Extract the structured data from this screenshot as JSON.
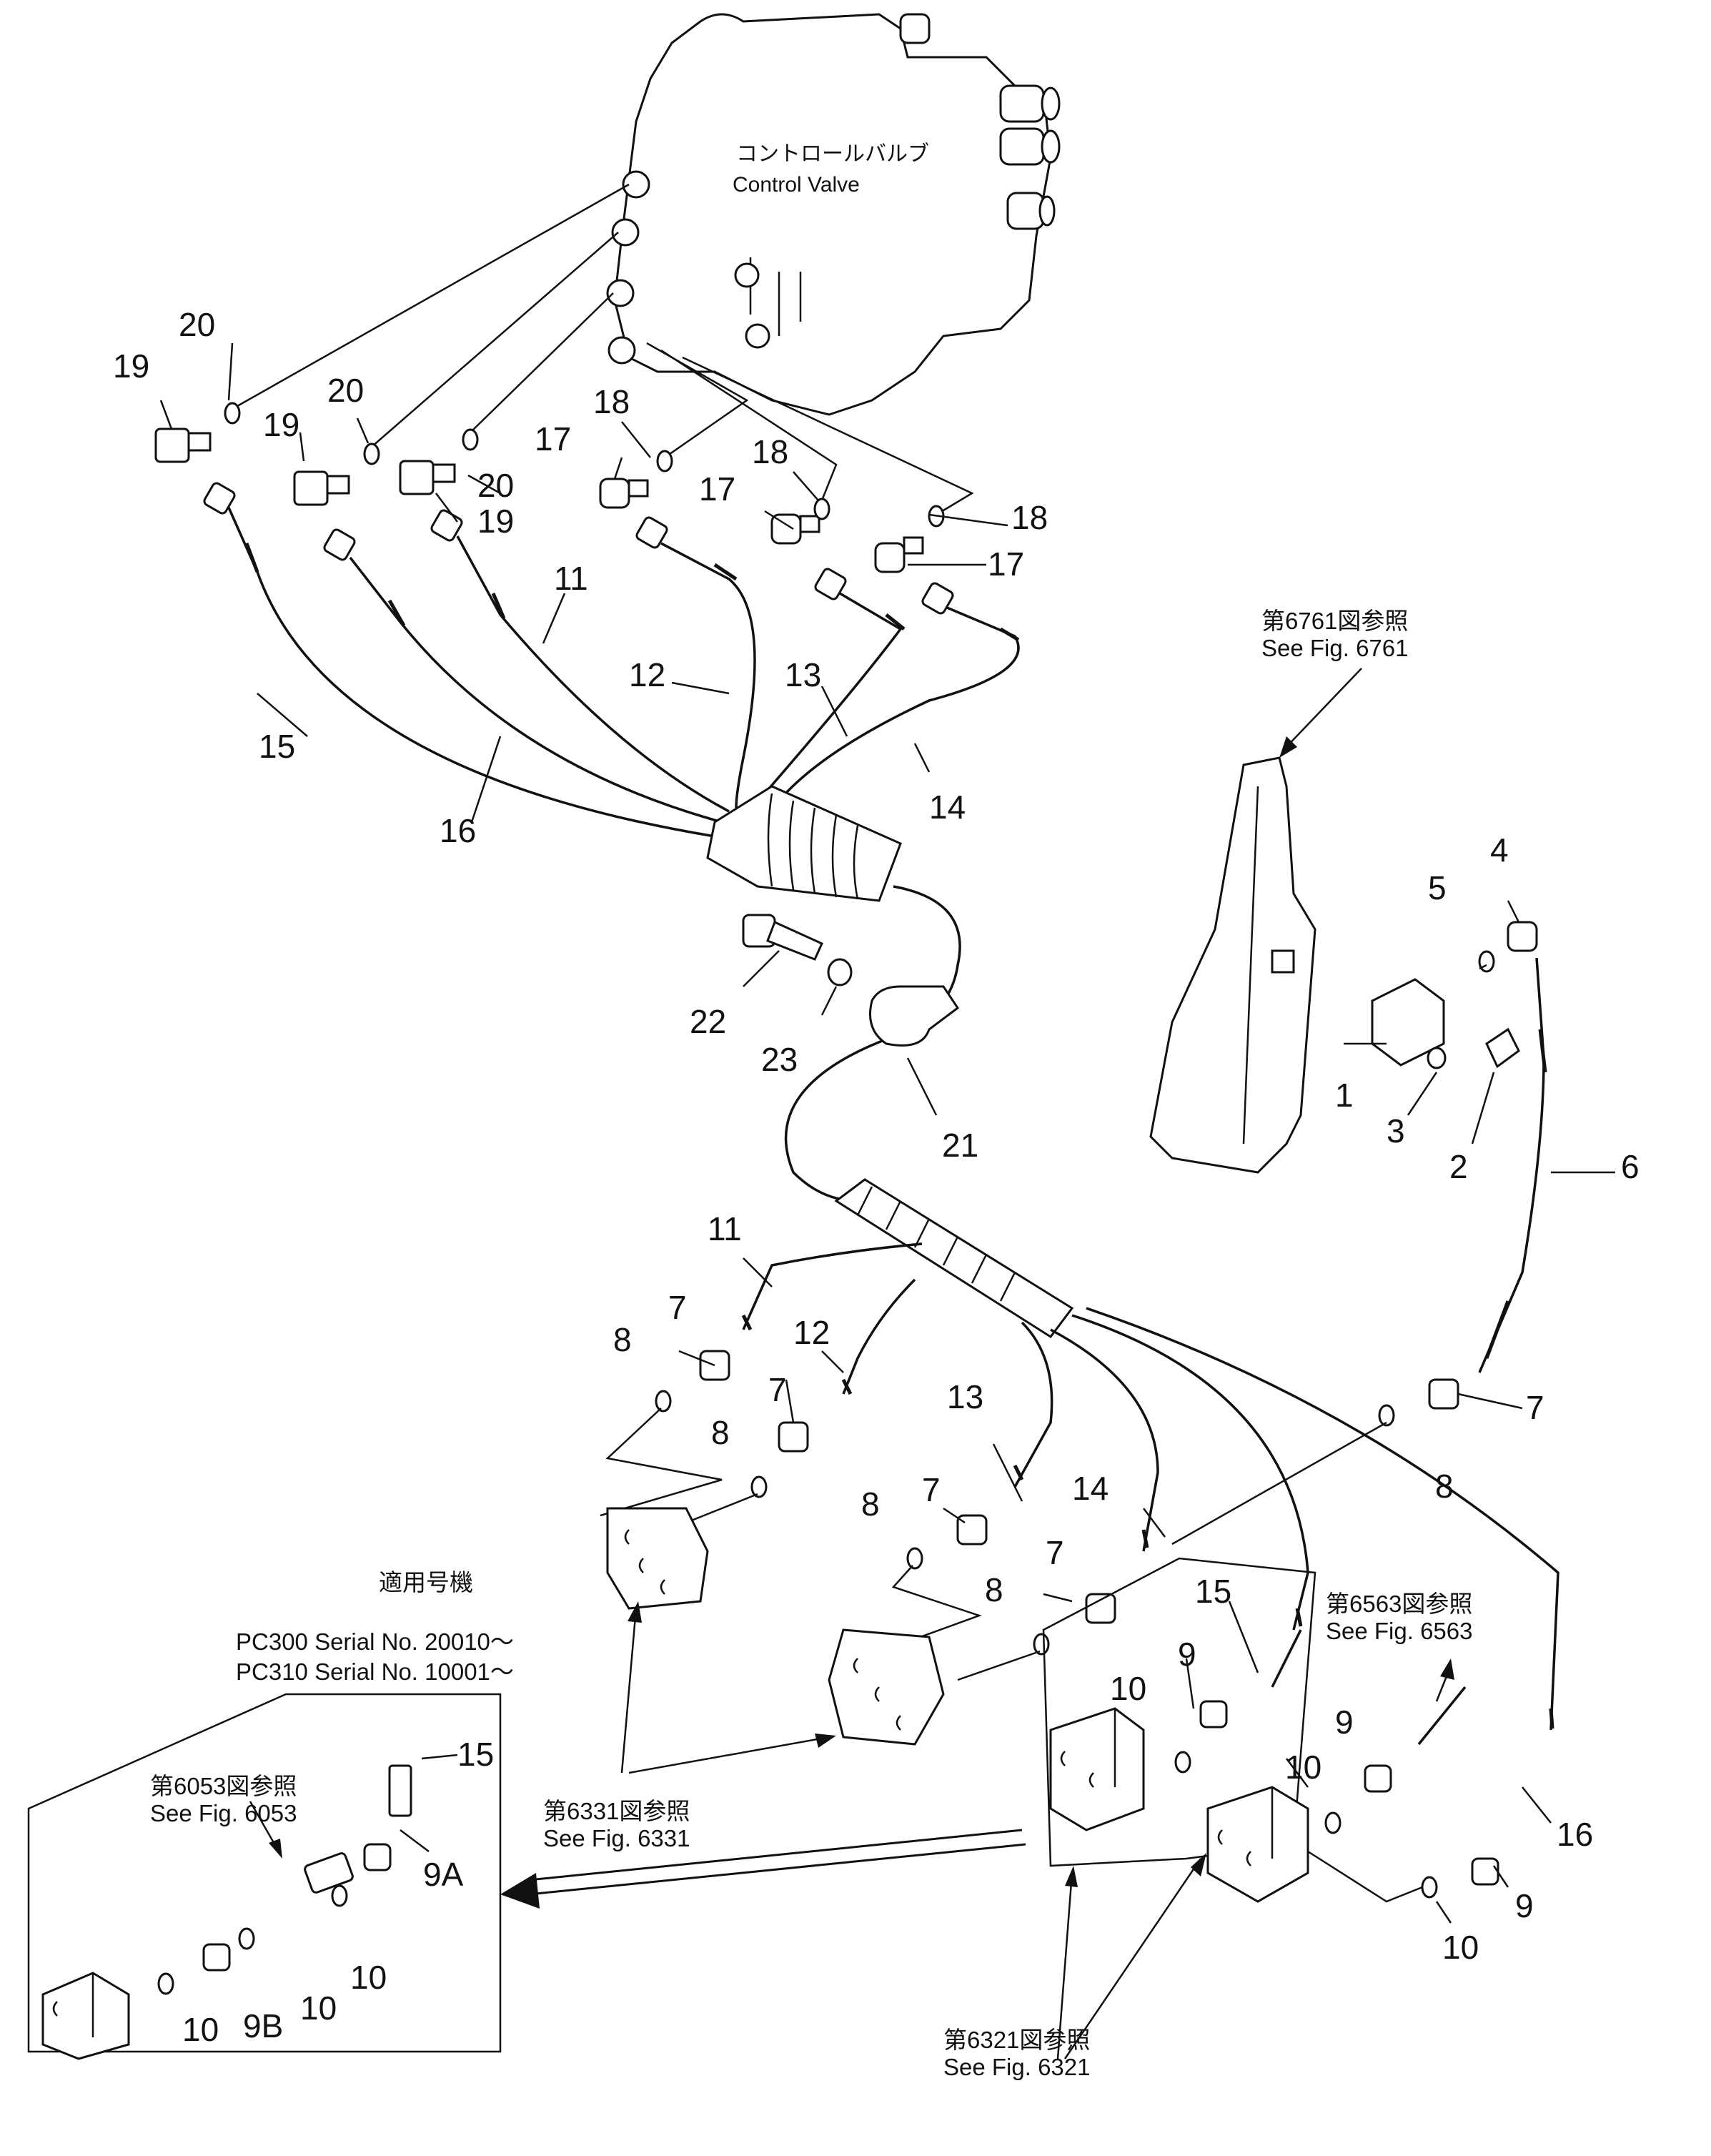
{
  "control_valve": {
    "label_jp": "コントロールバルブ",
    "label_en": "Control Valve"
  },
  "references": {
    "fig6761_jp": "第6761図参照",
    "fig6761_en": "See Fig. 6761",
    "fig6563_jp": "第6563図参照",
    "fig6563_en": "See Fig. 6563",
    "fig6331_jp": "第6331図参照",
    "fig6331_en": "See Fig. 6331",
    "fig6321_jp": "第6321図参照",
    "fig6321_en": "See Fig. 6321",
    "fig6053_jp": "第6053図参照",
    "fig6053_en": "See Fig. 6053"
  },
  "applicability": {
    "title": "適用号機",
    "pc300": "PC300  Serial No. 20010～",
    "pc310": "PC310  Serial No. 10001～"
  },
  "callouts": {
    "c20a": "20",
    "c20b": "20",
    "c20c": "20",
    "c19a": "19",
    "c19b": "19",
    "c19c": "19",
    "c18a": "18",
    "c18b": "18",
    "c18c": "18",
    "c17a": "17",
    "c17b": "17",
    "c17c": "17",
    "c11a": "11",
    "c12a": "12",
    "c13a": "13",
    "c14a": "14",
    "c15a": "15",
    "c16a": "16",
    "c22": "22",
    "c23": "23",
    "c21": "21",
    "c1": "1",
    "c2": "2",
    "c3": "3",
    "c4": "4",
    "c5": "5",
    "c6": "6",
    "c11b": "11",
    "c12b": "12",
    "c13b": "13",
    "c14b": "14",
    "c7a": "7",
    "c7b": "7",
    "c7c": "7",
    "c7d": "7",
    "c7e": "7",
    "c8a": "8",
    "c8b": "8",
    "c8c": "8",
    "c8d": "8",
    "c8e": "8",
    "c15b": "15",
    "c9a": "9",
    "c10a": "10",
    "c9b": "9",
    "c10b": "10",
    "c16b": "16",
    "c9c": "9",
    "c10c": "10",
    "c15c": "15",
    "c9A": "9A",
    "c10d": "10",
    "c10e": "10",
    "c10f": "10",
    "c9B": "9B"
  }
}
